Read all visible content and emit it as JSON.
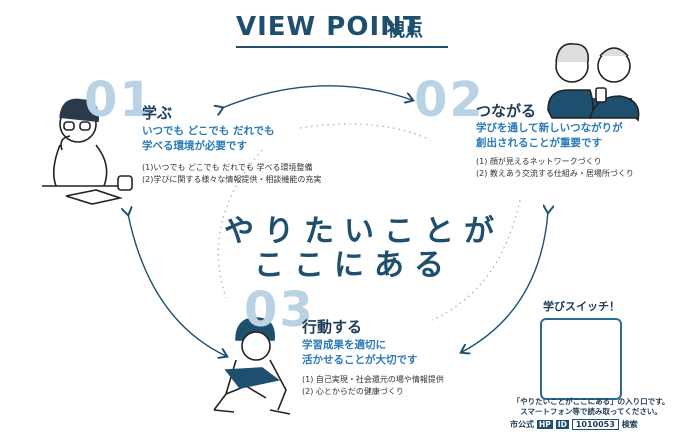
{
  "header": {
    "title": "VIEW POINT",
    "subtitle": "視点"
  },
  "center": {
    "line1": "やりたいことが",
    "line2": "ここにある"
  },
  "sections": [
    {
      "num": "01",
      "title": "学ぶ",
      "lead1": "いつでも どこでも だれでも",
      "lead2": "学べる環境が必要です",
      "items": [
        "(1)いつでも どこでも だれでも 学べる環境整備",
        "(2)学びに関する様々な情報提供・相談機能の充実"
      ]
    },
    {
      "num": "02",
      "title": "つながる",
      "lead1": "学びを通して新しいつながりが",
      "lead2": "創出されることが重要です",
      "items": [
        "(1) 顔が見えるネットワークづくり",
        "(2) 教えあう交流する仕組み・居場所づくり"
      ]
    },
    {
      "num": "03",
      "title": "行動する",
      "lead1": "学習成果を適切に",
      "lead2": "活かせることが大切です",
      "items": [
        "(1) 自己実現・社会還元の場や情報提供",
        "(2) 心とからだの健康づくり"
      ]
    }
  ],
  "qr": {
    "title": "学びスイッチ！",
    "caption1": "「やりたいことがここにある」の入り口です。",
    "caption2": "スマートフォン等で読み取ってください。",
    "hp_prefix": "市公式",
    "hp_tag": "HP",
    "id_tag": "ID",
    "id_value": "1010053",
    "search": "検索"
  },
  "colors": {
    "navy": "#1f4f6e",
    "blue": "#2a7ab8",
    "numeral": "#b9d3e4"
  }
}
